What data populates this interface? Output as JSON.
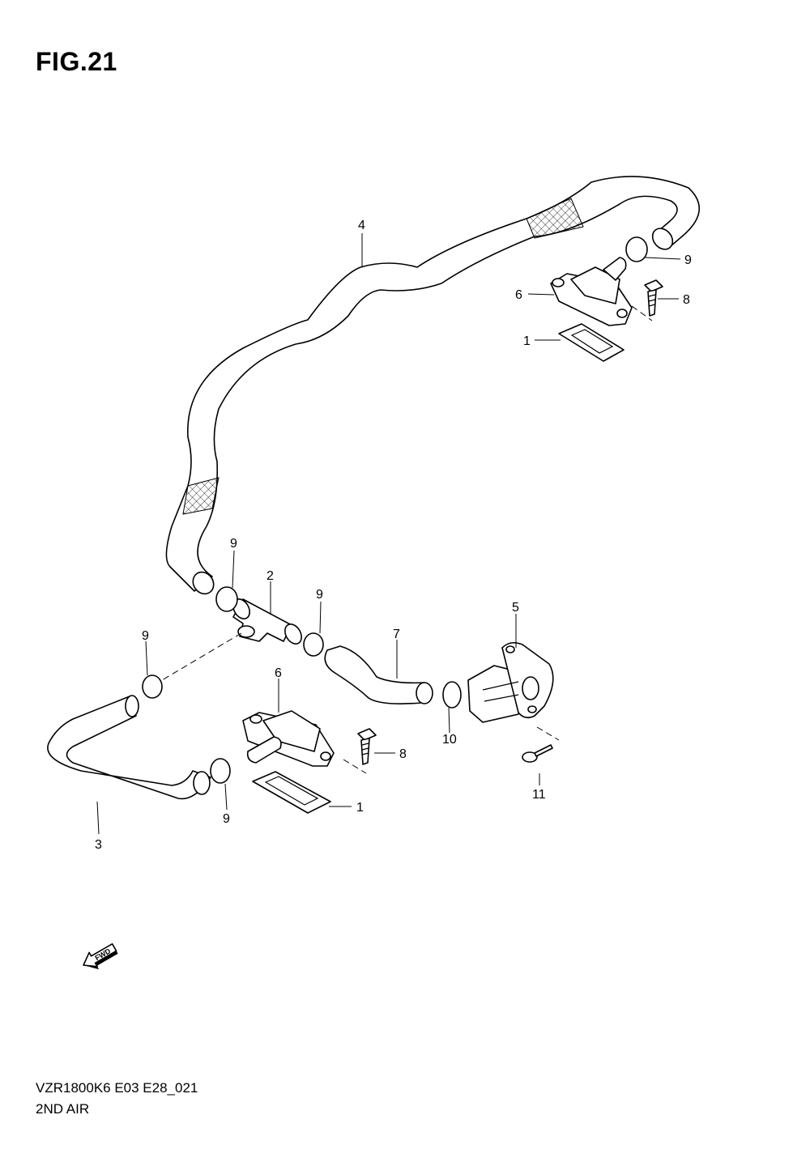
{
  "figure_title": "FIG.21",
  "footer": {
    "model_code": "VZR1800K6 E03 E28_021",
    "section_name": "2ND AIR"
  },
  "callouts": [
    "1",
    "1",
    "2",
    "3",
    "4",
    "5",
    "6",
    "6",
    "7",
    "8",
    "8",
    "9",
    "9",
    "9",
    "9",
    "9",
    "10",
    "11"
  ],
  "direction_label": "FWD"
}
